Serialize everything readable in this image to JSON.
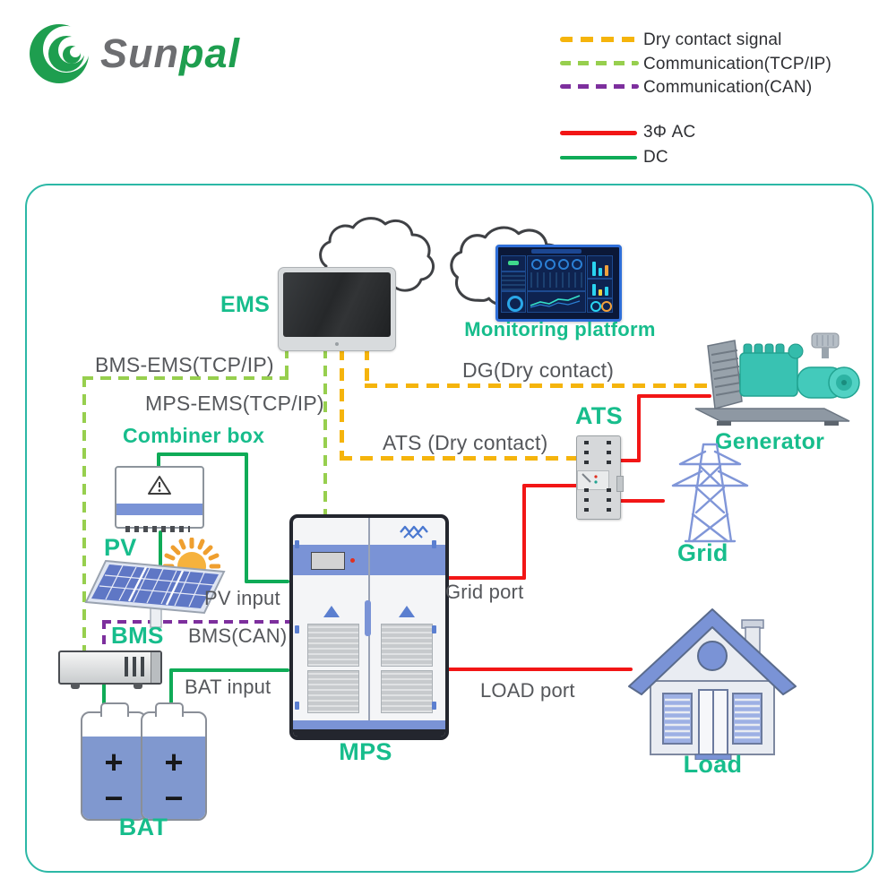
{
  "logo": {
    "part1": "Sun",
    "part2": "pal"
  },
  "legend": {
    "items": [
      {
        "label": "Dry contact signal",
        "color": "#F5B40C",
        "style": "dashed"
      },
      {
        "label": "Communication(TCP/IP)",
        "color": "#97CF4E",
        "style": "dashed"
      },
      {
        "label": "Communication(CAN)",
        "color": "#7D2F9D",
        "style": "dashed"
      },
      {
        "label": "3Φ AC",
        "color": "#F21616",
        "style": "solid"
      },
      {
        "label": "DC",
        "color": "#0FAB57",
        "style": "solid"
      }
    ]
  },
  "components": {
    "ems": "EMS",
    "monitoring_platform": "Monitoring platform",
    "generator": "Generator",
    "ats": "ATS",
    "grid": "Grid",
    "combiner_box": "Combiner box",
    "pv": "PV",
    "bms": "BMS",
    "bat": "BAT",
    "mps": "MPS",
    "load": "Load"
  },
  "connections": {
    "bms_ems": "BMS-EMS(TCP/IP)",
    "mps_ems": "MPS-EMS(TCP/IP)",
    "dg": "DG(Dry contact)",
    "ats_dry": "ATS (Dry contact)",
    "grid_port": "Grid port",
    "pv_input": "PV input",
    "bms_can": "BMS(CAN)",
    "bat_input": "BAT input",
    "load_port": "LOAD port"
  },
  "battery": {
    "plus": "+",
    "minus": "−"
  },
  "colors": {
    "accent_green_labels": "#17BD8C",
    "diagram_border": "#2CB8A6",
    "text_gray": "#55575B",
    "logo_green": "#1E9E4F",
    "logo_gray": "#6D6E71",
    "blue_graphic": "#7A93D6",
    "red_ac": "#F21616",
    "green_dc": "#0FAB57",
    "yellow_dry_contact": "#F5B40C",
    "green_tcp_ip": "#97CF4E",
    "purple_can": "#7D2F9D"
  }
}
